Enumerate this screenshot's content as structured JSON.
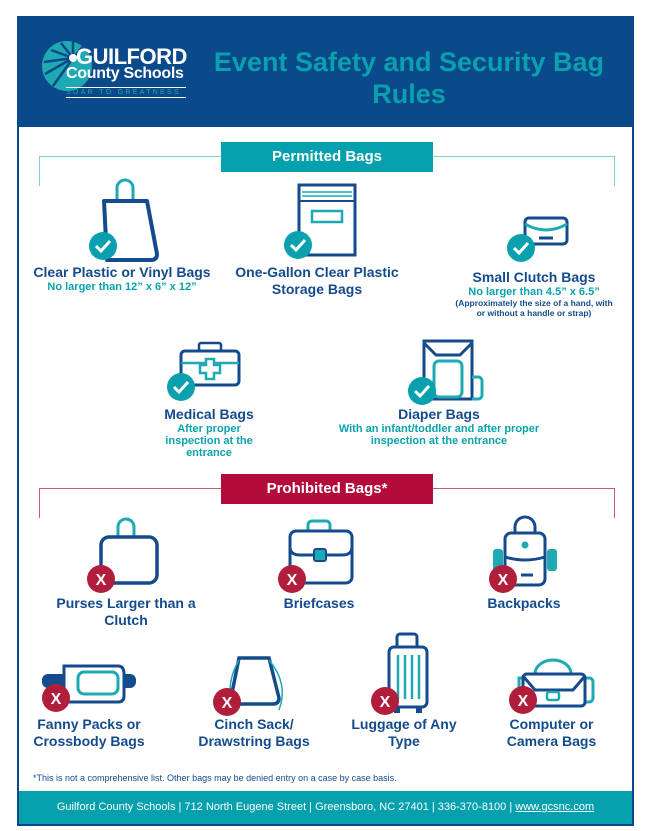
{
  "header": {
    "logo": {
      "line1": "GUILFORD",
      "line2": "County Schools",
      "tagline": "SOAR TO GREATNESS"
    },
    "title": "Event Safety and Security Bag Rules"
  },
  "colors": {
    "navy": "#0b4a8a",
    "teal": "#04a0ad",
    "crimson": "#b40c3a"
  },
  "permitted": {
    "label": "Permitted Bags",
    "items": [
      {
        "icon": "tote-bag-icon",
        "title": "Clear Plastic or Vinyl Bags",
        "sub": "No larger than 12” x 6” x 12”",
        "note": ""
      },
      {
        "icon": "storage-bag-icon",
        "title": "One-Gallon Clear Plastic Storage Bags",
        "sub": "",
        "note": ""
      },
      {
        "icon": "clutch-icon",
        "title": "Small Clutch Bags",
        "sub": "No larger than 4.5” x 6.5”",
        "note": "(Approximately the size of a hand, with or without a handle or strap)"
      },
      {
        "icon": "medical-bag-icon",
        "title": "Medical Bags",
        "sub": "After proper inspection at the entrance",
        "note": ""
      },
      {
        "icon": "diaper-bag-icon",
        "title": "Diaper Bags",
        "sub": "With an infant/toddler and after proper inspection at the entrance",
        "note": ""
      }
    ]
  },
  "prohibited": {
    "label": "Prohibited Bags*",
    "items": [
      {
        "icon": "purse-icon",
        "title": "Purses Larger than a Clutch"
      },
      {
        "icon": "briefcase-icon",
        "title": "Briefcases"
      },
      {
        "icon": "backpack-icon",
        "title": "Backpacks"
      },
      {
        "icon": "fanny-pack-icon",
        "title": "Fanny Packs or Crossbody Bags"
      },
      {
        "icon": "cinch-sack-icon",
        "title": "Cinch Sack/ Drawstring Bags"
      },
      {
        "icon": "luggage-icon",
        "title": "Luggage of Any Type"
      },
      {
        "icon": "camera-bag-icon",
        "title": "Computer or Camera Bags"
      }
    ]
  },
  "disclaimer": "*This is not a comprehensive list. Other bags may be denied entry on a case by case basis.",
  "footer": {
    "text": "Guilford County Schools | 712 North Eugene Street | Greensboro, NC 27401 | 336-370-8100 | ",
    "link": "www.gcsnc.com"
  }
}
